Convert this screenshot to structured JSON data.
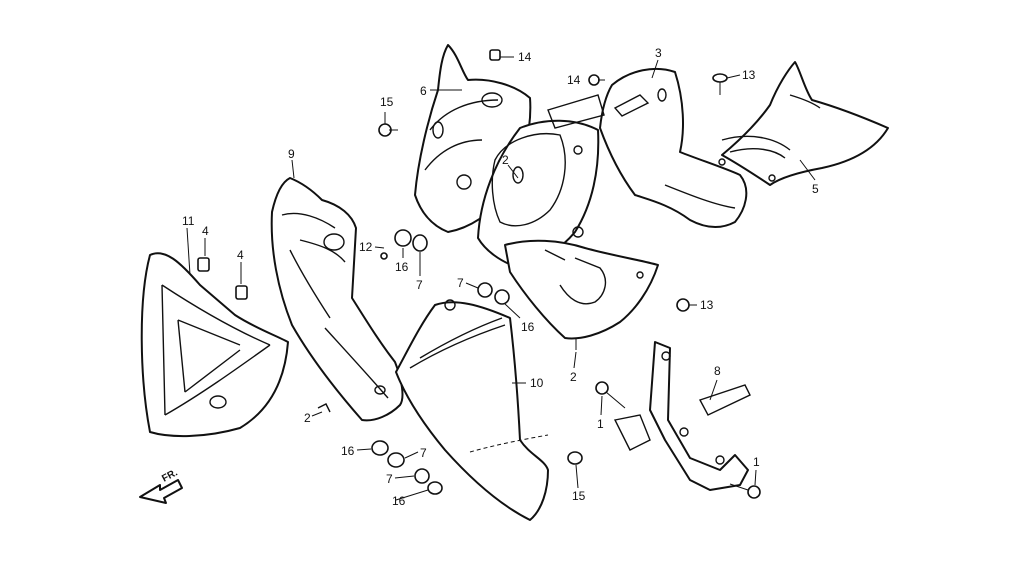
{
  "colors": {
    "line": "#111111",
    "background": "#ffffff"
  },
  "direction_label": "FR.",
  "callouts": {
    "c1a": "1",
    "c1b": "1",
    "c2a": "2",
    "c2b": "2",
    "c2c": "2",
    "c3": "3",
    "c4a": "4",
    "c4b": "4",
    "c5": "5",
    "c6": "6",
    "c7a": "7",
    "c7b": "7",
    "c7c": "7",
    "c7d": "7",
    "c8": "8",
    "c9": "9",
    "c10": "10",
    "c11": "11",
    "c12": "12",
    "c13a": "13",
    "c13b": "13",
    "c14a": "14",
    "c14b": "14",
    "c15a": "15",
    "c15b": "15",
    "c16a": "16",
    "c16b": "16",
    "c16c": "16",
    "c16d": "16"
  }
}
